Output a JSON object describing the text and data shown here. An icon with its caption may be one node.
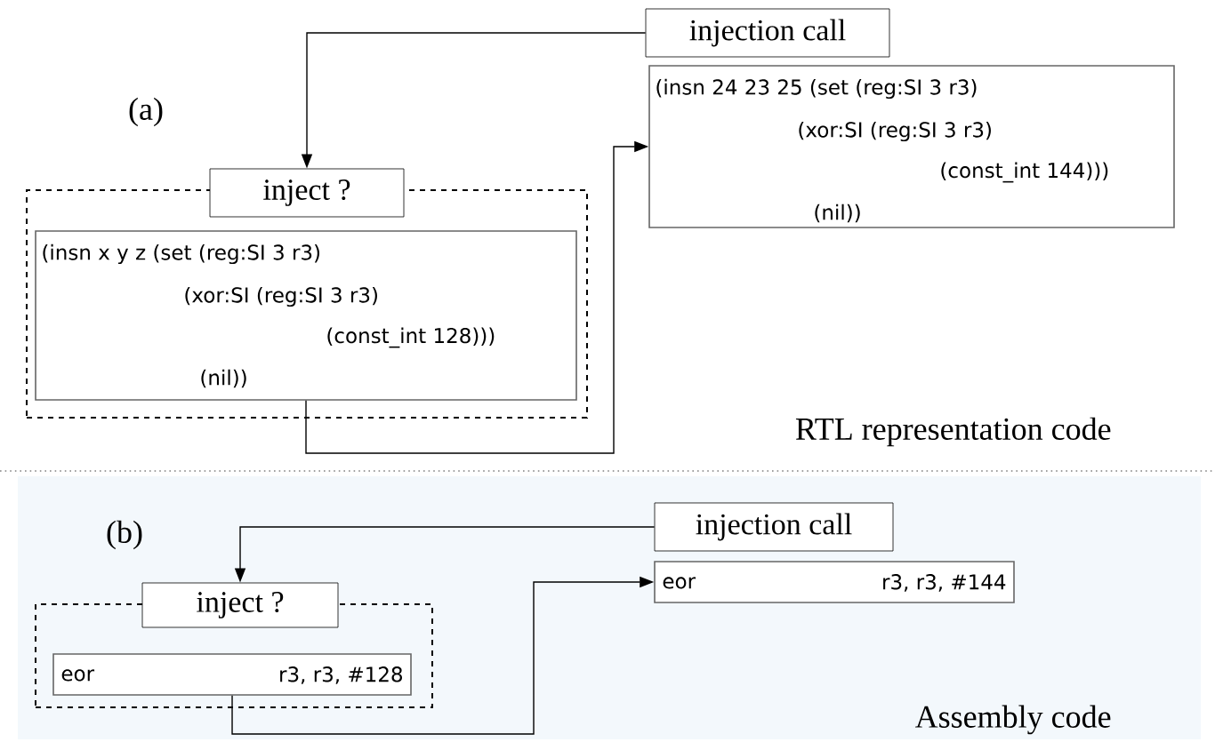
{
  "diagram": {
    "nodes": [
      {
        "text": [],
        "shape": "box"
      },
      {
        "text": [
          "inject ?"
        ]
      },
      {
        "text": [
          "(insn x y z (set (reg:SI 3 r3)",
          "(xor:SI (reg:SI 3 r3)",
          "(const_int 128)))",
          "(nil))"
        ],
        "in": 0
      },
      {
        "text": [
          "injection call"
        ]
      },
      {
        "text": [
          "(insn 24 23 25 (set (reg:SI 3 r3)",
          "(xor:SI (reg:SI 3 r3)",
          "(const_int 144)))",
          "(nil))"
        ]
      },
      {
        "text": [],
        "shape": "box"
      },
      {
        "text": [
          "inject ?"
        ]
      },
      {
        "text": [
          "eor",
          "r3, r3, #128"
        ],
        "in": 5
      },
      {
        "text": [
          "injection call"
        ]
      },
      {
        "text": [
          "eor",
          "r3, r3, #144"
        ]
      }
    ],
    "edges": [
      {
        "from": 3,
        "to": 1,
        "arrow": "to"
      },
      {
        "from": 2,
        "to": 4,
        "arrow": "to"
      },
      {
        "from": 8,
        "to": 6,
        "arrow": "to"
      },
      {
        "from": 7,
        "to": 9,
        "arrow": "to"
      }
    ],
    "labels": [
      "(a)",
      "RTL representation code",
      "(b)",
      "Assembly code"
    ]
  }
}
